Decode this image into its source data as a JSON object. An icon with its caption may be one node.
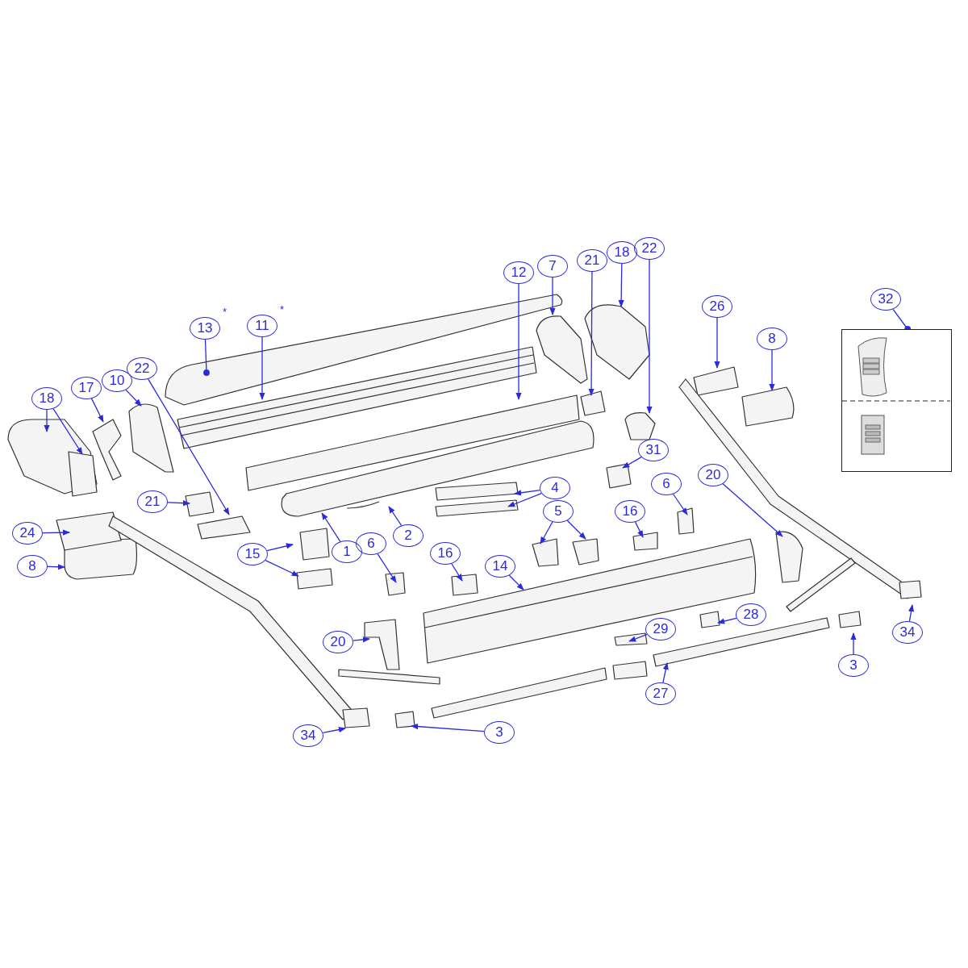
{
  "diagram": {
    "nodes": [
      {
        "text": [
          "22"
        ]
      },
      {
        "text": [
          "18"
        ]
      },
      {
        "text": [
          "21"
        ]
      },
      {
        "text": [
          "7"
        ]
      },
      {
        "text": [
          "12"
        ]
      },
      {
        "text": [
          "32"
        ]
      },
      {
        "text": [
          "26"
        ]
      },
      {
        "text": [
          "13"
        ],
        "beside": [
          "*"
        ]
      },
      {
        "text": [
          "11"
        ],
        "beside": [
          "*"
        ]
      },
      {
        "text": [
          "8"
        ]
      },
      {
        "text": [
          "22"
        ]
      },
      {
        "text": [
          "18"
        ]
      },
      {
        "text": [
          "17"
        ]
      },
      {
        "text": [
          "10"
        ]
      },
      {
        "text": [
          "31"
        ]
      },
      {
        "text": [
          "20"
        ]
      },
      {
        "text": [
          "21"
        ]
      },
      {
        "text": [
          "4"
        ]
      },
      {
        "text": [
          "6"
        ]
      },
      {
        "text": [
          "16"
        ]
      },
      {
        "text": [
          "5"
        ]
      },
      {
        "text": [
          "15"
        ]
      },
      {
        "text": [
          "1"
        ]
      },
      {
        "text": [
          "2"
        ]
      },
      {
        "text": [
          "24"
        ]
      },
      {
        "text": [
          "8"
        ]
      },
      {
        "text": [
          "6"
        ]
      },
      {
        "text": [
          "16"
        ]
      },
      {
        "text": [
          "14"
        ]
      },
      {
        "text": [
          "20"
        ]
      },
      {
        "text": [
          "28"
        ]
      },
      {
        "text": [
          "29"
        ]
      },
      {
        "text": [
          "34"
        ]
      },
      {
        "text": [
          "27"
        ]
      },
      {
        "text": [
          "3"
        ]
      },
      {
        "text": [
          "34"
        ]
      },
      {
        "text": [
          "3"
        ]
      },
      {
        "text": [],
        "shape": "box"
      }
    ],
    "edges": [
      {
        "from": 0,
        "to": null,
        "arrow": "to"
      },
      {
        "from": 1,
        "to": null,
        "arrow": "to"
      },
      {
        "from": 2,
        "to": null,
        "arrow": "to"
      },
      {
        "from": 3,
        "to": null,
        "arrow": "to"
      },
      {
        "from": 4,
        "to": null,
        "arrow": "to"
      },
      {
        "from": 5,
        "to": 37,
        "arrow": "other"
      },
      {
        "from": 6,
        "to": null,
        "arrow": "to"
      },
      {
        "from": 7,
        "to": null,
        "arrow": "other"
      },
      {
        "from": 8,
        "to": null,
        "arrow": "to"
      },
      {
        "from": 9,
        "to": null,
        "arrow": "to"
      },
      {
        "from": 10,
        "to": null,
        "arrow": "to"
      },
      {
        "from": 11,
        "to": null,
        "arrow": "to"
      },
      {
        "from": 11,
        "to": null,
        "arrow": "to"
      },
      {
        "from": 12,
        "to": null,
        "arrow": "to"
      },
      {
        "from": 13,
        "to": null,
        "arrow": "to"
      },
      {
        "from": 14,
        "to": null,
        "arrow": "to"
      },
      {
        "from": 15,
        "to": null,
        "arrow": "to"
      },
      {
        "from": 16,
        "to": null,
        "arrow": "to"
      },
      {
        "from": 17,
        "to": null,
        "arrow": "to"
      },
      {
        "from": 17,
        "to": null,
        "arrow": "to"
      },
      {
        "from": 18,
        "to": null,
        "arrow": "to"
      },
      {
        "from": 19,
        "to": null,
        "arrow": "to"
      },
      {
        "from": 20,
        "to": null,
        "arrow": "to"
      },
      {
        "from": 20,
        "to": null,
        "arrow": "to"
      },
      {
        "from": 21,
        "to": null,
        "arrow": "to"
      },
      {
        "from": 21,
        "to": null,
        "arrow": "to"
      },
      {
        "from": 22,
        "to": null,
        "arrow": "to"
      },
      {
        "from": 23,
        "to": null,
        "arrow": "to"
      },
      {
        "from": 24,
        "to": null,
        "arrow": "to"
      },
      {
        "from": 25,
        "to": null,
        "arrow": "to"
      },
      {
        "from": 26,
        "to": null,
        "arrow": "to"
      },
      {
        "from": 27,
        "to": null,
        "arrow": "to"
      },
      {
        "from": 28,
        "to": null,
        "arrow": "to"
      },
      {
        "from": 29,
        "to": null,
        "arrow": "to"
      },
      {
        "from": 30,
        "to": null,
        "arrow": "to"
      },
      {
        "from": 31,
        "to": null,
        "arrow": "to"
      },
      {
        "from": 32,
        "to": null,
        "arrow": "to"
      },
      {
        "from": 33,
        "to": null,
        "arrow": "to"
      },
      {
        "from": 34,
        "to": null,
        "arrow": "to"
      },
      {
        "from": 35,
        "to": null,
        "arrow": "to"
      },
      {
        "from": 36,
        "to": null,
        "arrow": "to"
      }
    ]
  }
}
